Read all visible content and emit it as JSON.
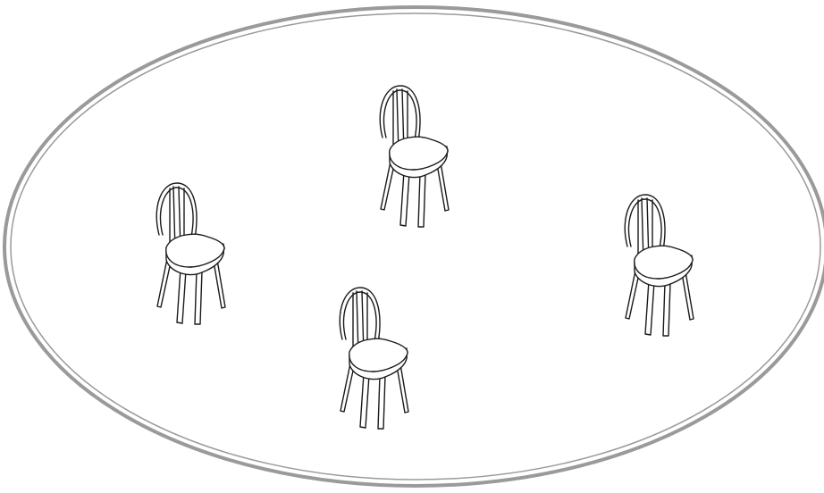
{
  "scene": {
    "description_label": "",
    "ring_color": "#9a9a9a",
    "chair_color": "#1a1a1a",
    "background": "#ffffff",
    "chairs": [
      {
        "name": "chair-top"
      },
      {
        "name": "chair-left"
      },
      {
        "name": "chair-bottom"
      },
      {
        "name": "chair-right"
      }
    ]
  }
}
